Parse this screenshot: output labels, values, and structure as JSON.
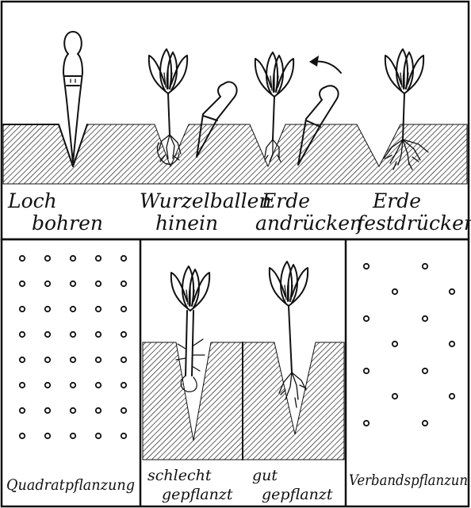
{
  "top_panel": {
    "steps": [
      {
        "line1": "Loch",
        "line2": "bohren"
      },
      {
        "line1": "Wurzelballen",
        "line2": "hinein"
      },
      {
        "line1": "Erde",
        "line2": "andrücken"
      },
      {
        "line1": "Erde",
        "line2": "festdrücken"
      }
    ]
  },
  "bottom_panels": {
    "left_label": "Quadratpflanzung",
    "middle": {
      "bad": {
        "line1": "schlecht",
        "line2": "gepflanzt"
      },
      "good": {
        "line1": "gut",
        "line2": "gepflanzt"
      }
    },
    "right_label": "Verbandspflanzun"
  }
}
